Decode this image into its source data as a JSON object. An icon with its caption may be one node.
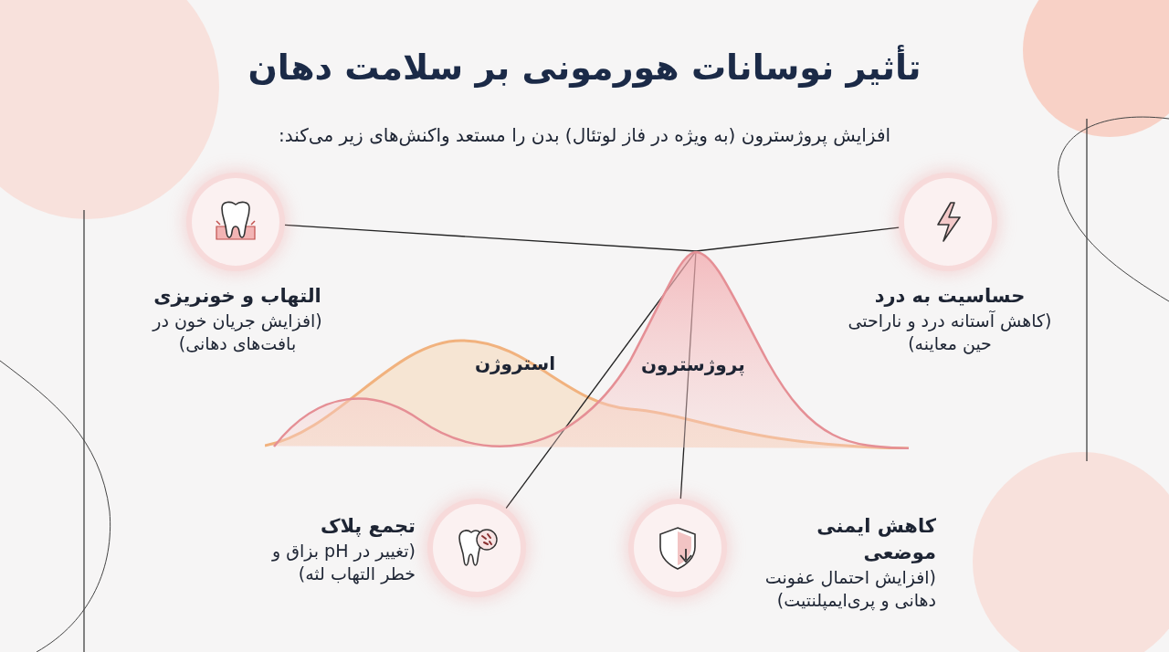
{
  "diagram": {
    "title": "تأثیر نوسانات هورمونی بر سلامت دهان",
    "caption": "افزایش پروژسترون (به ویژه در فاز لوتئال) بدن را مستعد واکنش‌های زیر می‌کند:",
    "nodes": [
      {
        "text": [
          "پروژسترون"
        ]
      },
      {
        "text": [
          "حساسیت به درد",
          "(کاهش آستانه درد و ناراحتی حین معاینه)"
        ]
      },
      {
        "text": [
          "التهاب و خونریزی",
          "(افزایش جریان خون در بافت‌های دهانی)"
        ]
      },
      {
        "text": [
          "کاهش ایمنی موضعی",
          "(افزایش احتمال عفونت دهانی و پری‌ایمپلنتیت)"
        ]
      },
      {
        "text": [
          "تجمع پلاک",
          "(تغییر در pH بزاق و خطر التهاب لثه)"
        ]
      }
    ],
    "edges": [
      {
        "from": 0,
        "to": 1,
        "arrow": "none"
      },
      {
        "from": 0,
        "to": 2,
        "arrow": "none"
      },
      {
        "from": 0,
        "to": 3,
        "arrow": "none"
      },
      {
        "from": 0,
        "to": 4,
        "arrow": "none"
      }
    ],
    "labels": [
      "استروژن"
    ]
  }
}
